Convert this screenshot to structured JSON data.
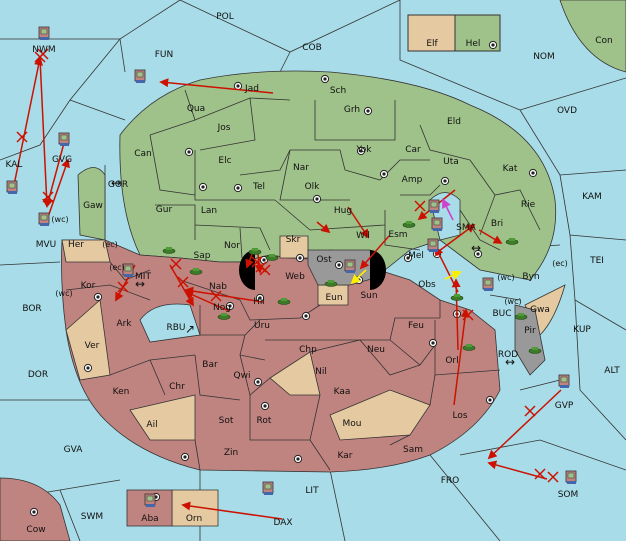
{
  "colors": {
    "sea": "#a8dce8",
    "green": "#9fc28a",
    "red": "#c08480",
    "tan": "#e5c9a0",
    "gray": "#999999",
    "order": "#cc1100",
    "support": "#ffee00",
    "convoy": "#cc44cc",
    "border": "#333333"
  },
  "legend": {
    "elf": "Elf",
    "hel": "Hel"
  },
  "labels": {
    "POL": "POL",
    "COB": "COB",
    "FUN": "FUN",
    "NOM": "NOM",
    "Con": "Con",
    "OVD": "OVD",
    "KAM": "KAM",
    "TEI": "TEI",
    "KAL": "KAL",
    "NWM": "NWM",
    "GVG": "GVG",
    "MVU": "MVU",
    "GOR": "GOR",
    "BOR": "BOR",
    "DOR": "DOR",
    "GVA": "GVA",
    "SWM": "SWM",
    "Cow": "Cow",
    "DAX": "DAX",
    "LIT": "LIT",
    "FRO": "FRO",
    "SOM": "SOM",
    "GVP": "GVP",
    "ALT": "ALT",
    "KUP": "KUP",
    "BUC": "BUC",
    "ROD": "ROD",
    "SMA": "SMA",
    "MIT": "MIT",
    "RBU": "RBU",
    "Jad": "Jad",
    "Sch": "Sch",
    "Qua": "Qua",
    "Grh": "Grh",
    "Eld": "Eld",
    "Jos": "Jos",
    "Can": "Can",
    "Yok": "Yok",
    "Car": "Car",
    "Uta": "Uta",
    "Kat": "Kat",
    "Elc": "Elc",
    "Nar": "Nar",
    "Amp": "Amp",
    "Tel": "Tel",
    "Olk": "Olk",
    "Rie": "Rie",
    "Gur": "Gur",
    "Lan": "Lan",
    "Hug": "Hug",
    "Bri": "Bri",
    "Gaw": "Gaw",
    "Esm": "Esm",
    "Wil": "Wil",
    "Nor": "Nor",
    "Skr": "Skr",
    "Ost": "Ost",
    "Mel": "Mel",
    "Byn": "Byn",
    "Her": "Her",
    "Sap": "Sap",
    "Web": "Web",
    "Obs": "Obs",
    "Kor": "Kor",
    "Nab": "Nab",
    "Hil": "Hil",
    "Eun": "Eun",
    "Sun": "Sun",
    "Gwa": "Gwa",
    "Ark": "Ark",
    "Nog": "Nog",
    "Uru": "Uru",
    "Feu": "Feu",
    "Pir": "Pir",
    "Ver": "Ver",
    "Chp": "Chp",
    "Neu": "Neu",
    "Orl": "Orl",
    "Bar": "Bar",
    "Qwi": "Qwi",
    "Nil": "Nil",
    "Ken": "Ken",
    "Chr": "Chr",
    "Kaa": "Kaa",
    "Los": "Los",
    "Sot": "Sot",
    "Rot": "Rot",
    "Mou": "Mou",
    "Ail": "Ail",
    "Zin": "Zin",
    "Kar": "Kar",
    "Sam": "Sam",
    "Aba": "Aba",
    "Orn": "Orn"
  },
  "coasts": {
    "wc": "(wc)",
    "ec": "(ec)"
  }
}
